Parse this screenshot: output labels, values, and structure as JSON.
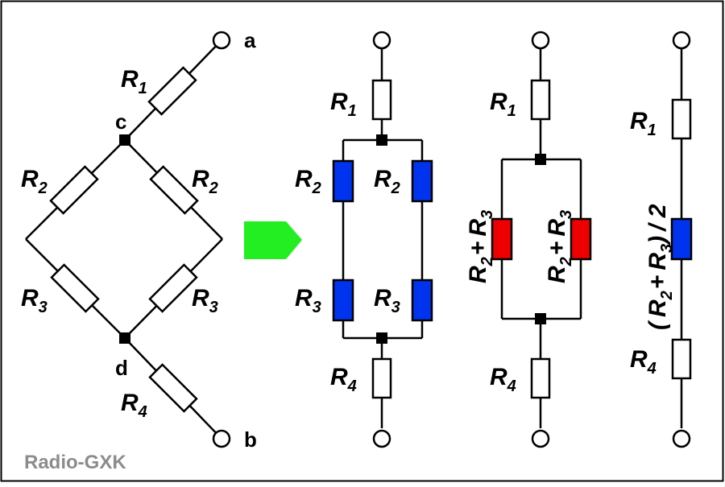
{
  "colors": {
    "wire": "#000000",
    "blue": "#0033ee",
    "red": "#ee0000",
    "arrow": "#22ee22",
    "white": "#ffffff",
    "watermark": "#8c8c8c"
  },
  "terminals": {
    "a": "a",
    "b": "b",
    "c": "c",
    "d": "d"
  },
  "watermark": "Radio-GXK",
  "labels": {
    "R1": {
      "main": "R",
      "sub": "1"
    },
    "R2": {
      "main": "R",
      "sub": "2"
    },
    "R3": {
      "main": "R",
      "sub": "3"
    },
    "R4": {
      "main": "R",
      "sub": "4"
    },
    "sum": {
      "r1": "R",
      "s1": "2",
      "plus": "+",
      "r2": "R",
      "s2": "3"
    },
    "half": {
      "open": "(",
      "r1": "R",
      "s1": "2",
      "plus": "+",
      "r2": "R",
      "s2": "3",
      "close": ")",
      "div": "/ 2"
    }
  }
}
